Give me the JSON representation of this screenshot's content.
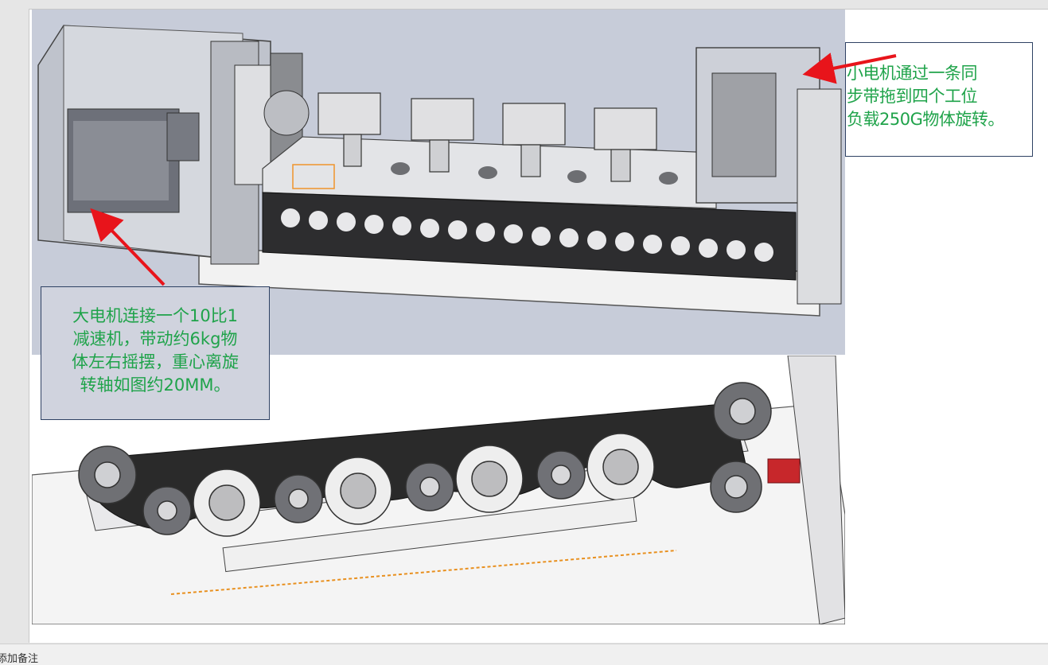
{
  "slide": {
    "callout_small_motor": "小电机通过一条同\n步带拖到四个工位\n负载250G物体旋转。",
    "callout_big_motor": "大电机连接一个10比1\n减速机，带动约6kg物\n体左右摇摆，重心离旋\n转轴如图约20MM。"
  },
  "statusbar": {
    "notes_label": "添加备注"
  },
  "colors": {
    "callout_text": "#1fa34a",
    "arrow": "#e8141b",
    "callout_border": "#2e4163"
  }
}
